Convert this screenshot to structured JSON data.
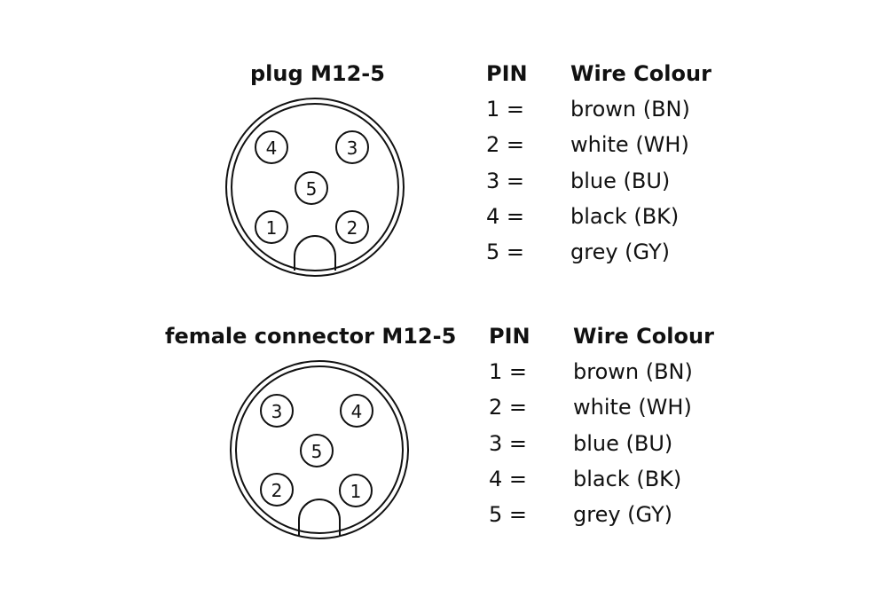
{
  "plug": {
    "title": "plug M12-5",
    "pin_labels": [
      "4",
      "3",
      "5",
      "1",
      "2"
    ],
    "table": {
      "header_pin": "PIN",
      "header_colour": "Wire Colour",
      "rows": [
        {
          "pin": "1 =",
          "colour": "brown (BN)"
        },
        {
          "pin": "2 =",
          "colour": "white (WH)"
        },
        {
          "pin": "3 =",
          "colour": "blue (BU)"
        },
        {
          "pin": "4 =",
          "colour": "black (BK)"
        },
        {
          "pin": "5 =",
          "colour": "grey (GY)"
        }
      ]
    }
  },
  "female": {
    "title": "female connector M12-5",
    "pin_labels": [
      "3",
      "4",
      "5",
      "2",
      "1"
    ],
    "table": {
      "header_pin": "PIN",
      "header_colour": "Wire Colour",
      "rows": [
        {
          "pin": "1 =",
          "colour": "brown (BN)"
        },
        {
          "pin": "2 =",
          "colour": "white (WH)"
        },
        {
          "pin": "3 =",
          "colour": "blue (BU)"
        },
        {
          "pin": "4 =",
          "colour": "black (BK)"
        },
        {
          "pin": "5 =",
          "colour": "grey (GY)"
        }
      ]
    }
  }
}
